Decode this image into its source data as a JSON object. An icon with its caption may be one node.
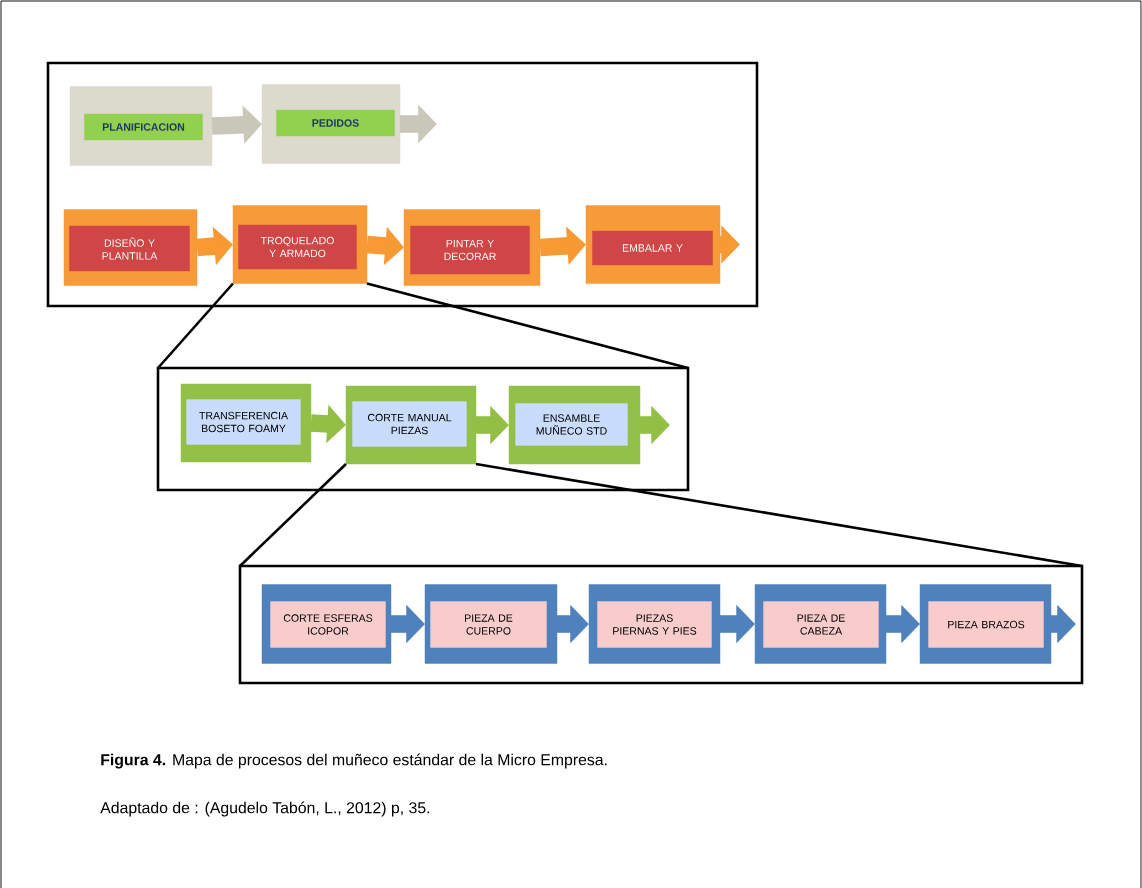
{
  "diagram": {
    "caption": "**Figura 4.** Mapa de procesos del muñeco estándar de la Micro Empresa.",
    "nodes": [
      {
        "text": [],
        "shape": "box"
      },
      {
        "text": [
          "PLANIFICACION"
        ],
        "in": 0
      },
      {
        "text": [
          "PEDIDOS"
        ],
        "in": 0
      },
      {
        "text": [
          "DISEÑO Y PLANTILLA"
        ],
        "in": 0
      },
      {
        "text": [
          "TROQUELADO Y ARMADO"
        ],
        "in": 0
      },
      {
        "text": [
          "PINTAR Y DECORAR"
        ],
        "in": 0
      },
      {
        "text": [
          "EMBALAR Y"
        ],
        "in": 0
      },
      {
        "text": [],
        "shape": "box"
      },
      {
        "text": [
          "TRANSFERENCIA BOSETO FOAMY"
        ],
        "in": 7
      },
      {
        "text": [
          "CORTE MANUAL PIEZAS"
        ],
        "in": 7
      },
      {
        "text": [
          "ENSAMBLE MUÑECO STD"
        ],
        "in": 7
      },
      {
        "text": [],
        "shape": "box"
      },
      {
        "text": [
          "CORTE ESFERAS ICOPOR"
        ],
        "in": 11
      },
      {
        "text": [
          "PIEZA DE CUERPO"
        ],
        "in": 11
      },
      {
        "text": [
          "PIEZAS PIERNAS Y PIES"
        ],
        "in": 11
      },
      {
        "text": [
          "PIEZA DE CABEZA"
        ],
        "in": 11
      },
      {
        "text": [
          "PIEZA BRAZOS"
        ],
        "in": 11
      }
    ],
    "edges": [
      {
        "from": 1,
        "to": 2,
        "arrow": "to",
        "color": "#c9c7b8"
      },
      {
        "from": 2,
        "to": null,
        "arrow": "to",
        "color": "#c9c7b8"
      },
      {
        "from": 3,
        "to": 4,
        "arrow": "to",
        "color": "#f79a34"
      },
      {
        "from": 4,
        "to": 5,
        "arrow": "to",
        "color": "#f79a34"
      },
      {
        "from": 5,
        "to": 6,
        "arrow": "to",
        "color": "#f79a34"
      },
      {
        "from": 6,
        "to": null,
        "arrow": "to",
        "color": "#f79a34"
      },
      {
        "from": 4,
        "to": 7,
        "arrow": "none",
        "color": "#000000"
      },
      {
        "from": 4,
        "to": 7,
        "arrow": "none",
        "color": "#000000"
      },
      {
        "from": 8,
        "to": 9,
        "arrow": "to",
        "color": "#92bf44"
      },
      {
        "from": 9,
        "to": 10,
        "arrow": "to",
        "color": "#92bf44"
      },
      {
        "from": 10,
        "to": null,
        "arrow": "to",
        "color": "#92bf44"
      },
      {
        "from": 9,
        "to": 11,
        "arrow": "none",
        "color": "#000000"
      },
      {
        "from": 9,
        "to": 11,
        "arrow": "none",
        "color": "#000000"
      },
      {
        "from": 12,
        "to": 13,
        "arrow": "to"
      },
      {
        "from": 13,
        "to": 14,
        "arrow": "to"
      },
      {
        "from": 14,
        "to": 15,
        "arrow": "to"
      },
      {
        "from": 15,
        "to": 16,
        "arrow": "to"
      },
      {
        "from": 16,
        "to": null,
        "arrow": "to"
      }
    ],
    "labels": [
      "Adaptado de : (Agudelo Tabón, L., 2012) p, 35."
    ]
  }
}
